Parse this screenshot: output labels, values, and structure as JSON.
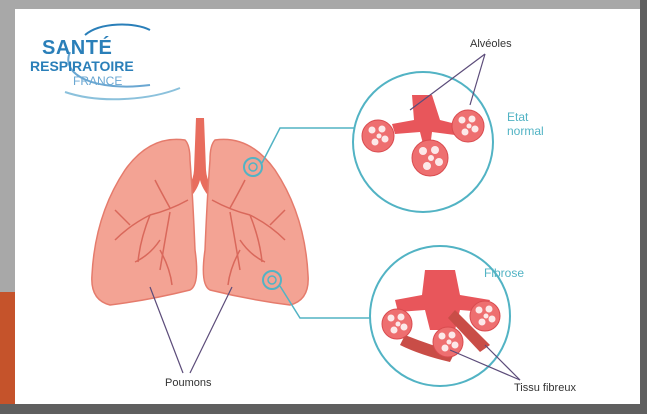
{
  "logo": {
    "line1": "SANTÉ",
    "line2": "RESPIRATOIRE",
    "line3": "FRANCE"
  },
  "labels": {
    "alveoles": "Alvéoles",
    "etat_normal_line1": "Etat",
    "etat_normal_line2": "normal",
    "fibrose": "Fibrose",
    "poumons": "Poumons",
    "tissu_fibreux": "Tissu fibreux"
  },
  "colors": {
    "lung_fill": "#f3a394",
    "lung_stroke": "#e57b6c",
    "vessel": "#d9685b",
    "teal": "#52b3c4",
    "line_dark": "#5c4c7a"
  }
}
